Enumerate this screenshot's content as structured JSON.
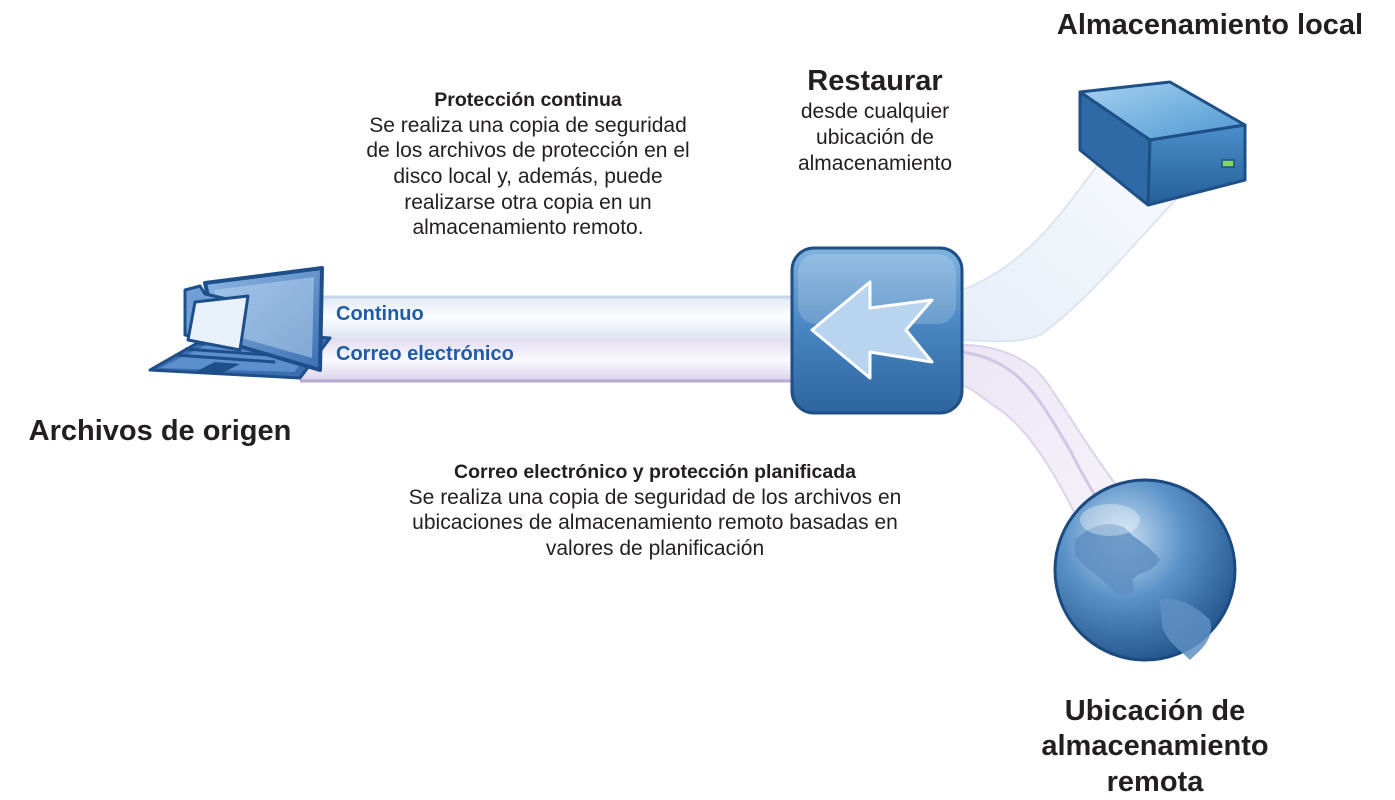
{
  "source": {
    "label": "Archivos de origen",
    "icon": "laptop-with-folder-icon"
  },
  "flows": {
    "continuous_label": "Continuo",
    "email_label": "Correo electrónico"
  },
  "continuous_protection": {
    "title": "Protección continua",
    "lines": [
      "Se realiza una copia de seguridad",
      "de los archivos de protección en el",
      "disco local y, además, puede",
      "realizarse otra copia en un",
      "almacenamiento remoto."
    ]
  },
  "restore": {
    "title": "Restaurar",
    "lines": [
      "desde cualquier",
      "ubicación de",
      "almacenamiento"
    ],
    "icon": "restore-arrow-icon"
  },
  "local_storage": {
    "label": "Almacenamiento local",
    "icon": "local-drive-icon"
  },
  "remote_storage": {
    "label_lines": [
      "Ubicación de",
      "almacenamiento",
      "remota"
    ],
    "icon": "globe-icon"
  },
  "scheduled_protection": {
    "title": "Correo electrónico y protección planificada",
    "lines": [
      "Se realiza una copia de seguridad de los archivos en",
      "ubicaciones de almacenamiento remoto basadas en",
      "valores de planificación"
    ]
  },
  "colors": {
    "flow_text": "#1f5ba8",
    "band_blue": "#9fbfe0",
    "band_purple": "#b5a6cf",
    "restore_box": "#3f7cb6",
    "drive_top": "#5fa6d9",
    "globe": "#2f6fad"
  }
}
